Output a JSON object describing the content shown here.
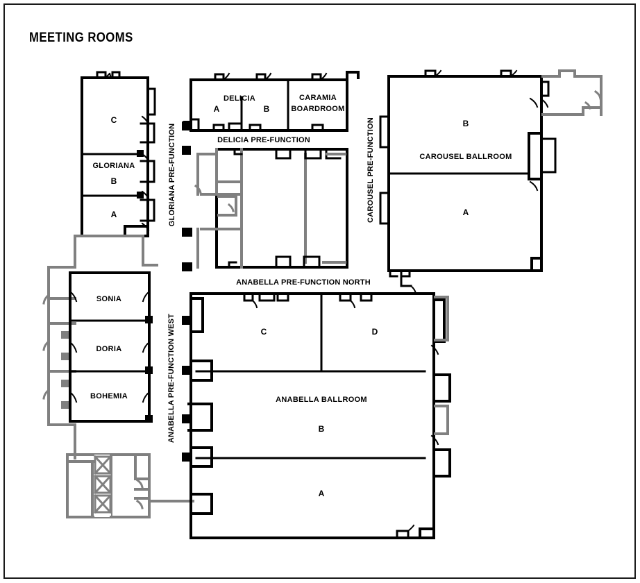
{
  "page": {
    "title": "MEETING ROOMS",
    "background_color": "#ffffff",
    "border_color": "#1a1a1a",
    "wall_color_major": "#000000",
    "wall_color_minor": "#808080"
  },
  "rooms": {
    "gloriana": {
      "name": "GLORIANA",
      "sections": [
        {
          "id": "a",
          "label": "A"
        },
        {
          "id": "b",
          "label": "B"
        },
        {
          "id": "c",
          "label": "C"
        }
      ]
    },
    "delicia": {
      "name": "DELICIA",
      "sections": [
        {
          "id": "a",
          "label": "A"
        },
        {
          "id": "b",
          "label": "B"
        }
      ]
    },
    "caramia": {
      "name_line1": "CARAMIA",
      "name_line2": "BOARDROOM"
    },
    "carousel": {
      "name": "CAROUSEL BALLROOM",
      "sections": [
        {
          "id": "a",
          "label": "A"
        },
        {
          "id": "b",
          "label": "B"
        }
      ]
    },
    "anabella": {
      "name": "ANABELLA BALLROOM",
      "sections": [
        {
          "id": "a",
          "label": "A"
        },
        {
          "id": "b",
          "label": "B"
        },
        {
          "id": "c",
          "label": "C"
        },
        {
          "id": "d",
          "label": "D"
        }
      ]
    },
    "sonia": {
      "name": "SONIA"
    },
    "doria": {
      "name": "DORIA"
    },
    "bohemia": {
      "name": "BOHEMIA"
    }
  },
  "corridors": {
    "gloriana_prefunction": "GLORIANA PRE-FUNCTION",
    "delicia_prefunction": "DELICIA PRE-FUNCTION",
    "carousel_prefunction": "CAROUSEL PRE-FUNCTION",
    "anabella_prefunction_north": "ANABELLA PRE-FUNCTION NORTH",
    "anabella_prefunction_west": "ANABELLA PRE-FUNCTION WEST"
  },
  "features": {
    "elevator_count": 3,
    "elevator_symbol": "crossed-box"
  }
}
